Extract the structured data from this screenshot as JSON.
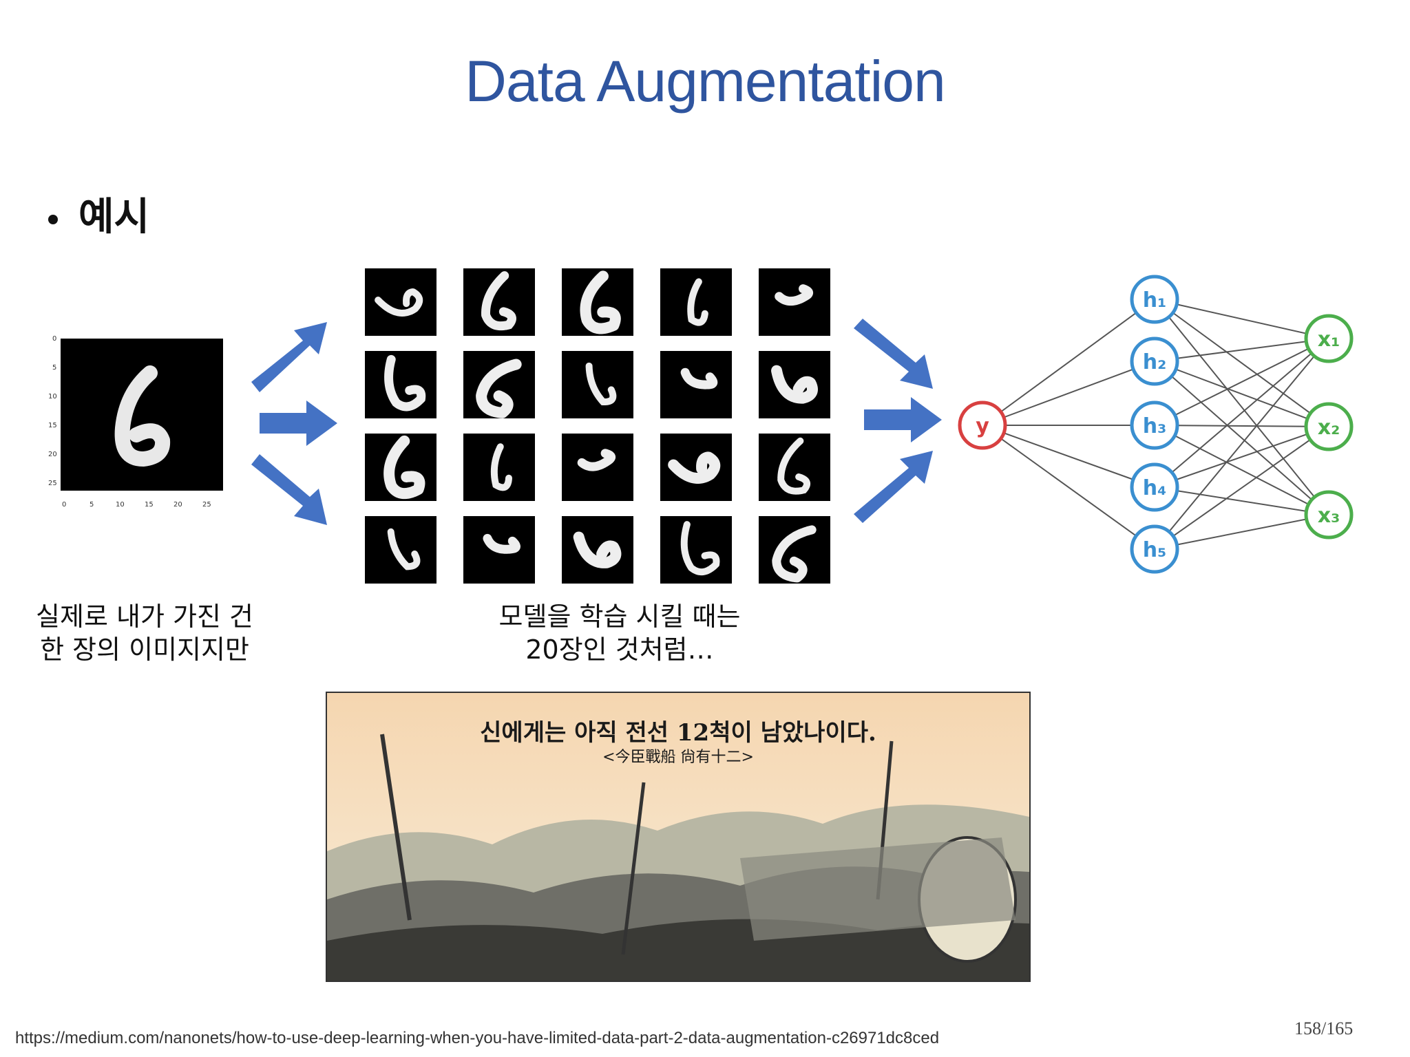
{
  "slide": {
    "title": "Data Augmentation",
    "bullet": "예시",
    "caption_left": [
      "실제로 내가 가진 건",
      "한 장의 이미지지만"
    ],
    "caption_middle": [
      "모델을 학습 시킬 때는",
      "20장인 것처럼…"
    ],
    "url": "https://medium.com/nanonets/how-to-use-deep-learning-when-you-have-limited-data-part-2-data-augmentation-c26971dc8ced",
    "page_number": "158/165"
  },
  "digit_plot": {
    "yticks": [
      "0",
      "5",
      "10",
      "15",
      "20",
      "25"
    ],
    "xticks": [
      "0",
      "5",
      "10",
      "15",
      "20",
      "25"
    ]
  },
  "network": {
    "output_node": "y",
    "hidden_nodes": [
      "h₁",
      "h₂",
      "h₃",
      "h₄",
      "h₅"
    ],
    "input_nodes": [
      "x₁",
      "x₂",
      "x₃"
    ],
    "colors": {
      "output": "#d84040",
      "hidden": "#3a8fd0",
      "input": "#4cae4c",
      "arrow": "#4472c4",
      "title": "#2f559f"
    }
  },
  "comic": {
    "line1": "신에게는 아직 전선 12척이 남았나이다.",
    "line2": "<今臣戰船  尙有十二>"
  }
}
